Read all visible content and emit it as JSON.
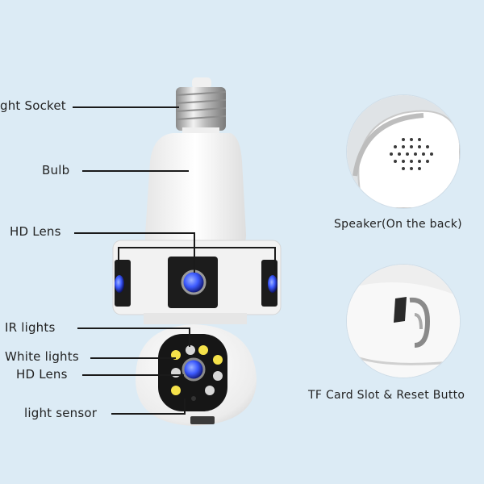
{
  "labels": {
    "socket": "ght Socket",
    "bulb": "Bulb",
    "hd_lens_top": "HD Lens",
    "ir_lights": "IR lights",
    "white_lights": "White lights",
    "hd_lens_bottom": "HD Lens",
    "light_sensor": "light sensor"
  },
  "captions": {
    "speaker": "Speaker(On the back)",
    "tf_card": "TF Card Slot & Reset Butto"
  },
  "colors": {
    "background": "#dcebf5",
    "lens_blue": "#3d5bff",
    "white_led": "#f5e24a",
    "ir_led": "#d8d8d8",
    "body_white": "#f7f7f7",
    "panel_black": "#1c1c1c"
  },
  "icons": {
    "speaker_grille": "speaker-grille-icon",
    "tf_slot": "tf-card-slot-icon"
  }
}
